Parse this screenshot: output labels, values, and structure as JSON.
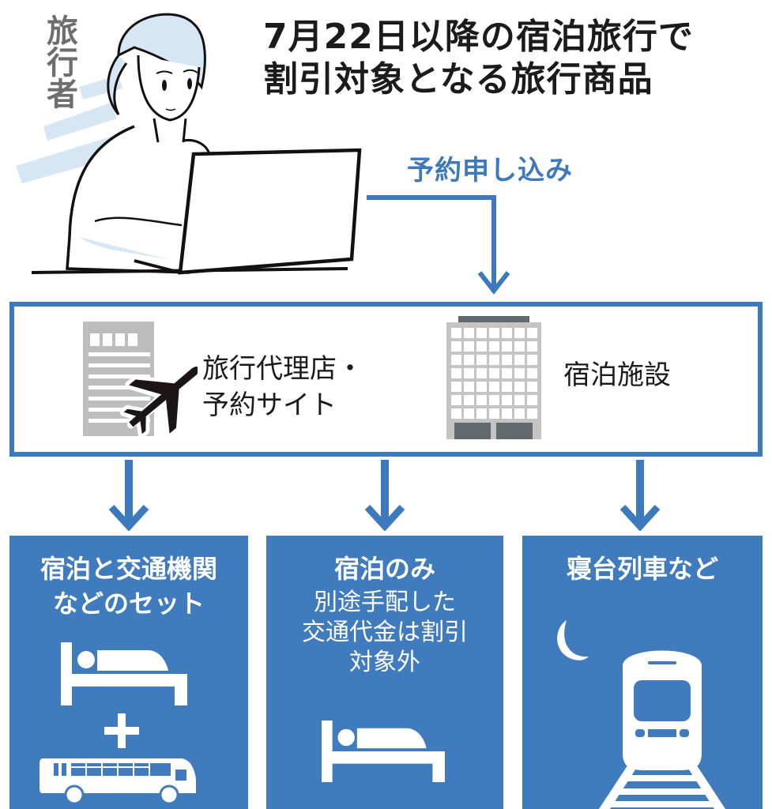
{
  "title": {
    "line1": "7月22日以降の宿泊旅行で",
    "line2": "割引対象となる旅行商品"
  },
  "traveler_label": "旅行者",
  "flow": {
    "reservation_label": "予約申し込み"
  },
  "providers": {
    "agency": {
      "line1": "旅行代理店・",
      "line2": "予約サイト",
      "icon": "building-airplane-icon"
    },
    "lodging": {
      "label": "宿泊施設",
      "icon": "hotel-building-icon"
    }
  },
  "categories": [
    {
      "title_line1": "宿泊と交通機関",
      "title_line2": "などのセット",
      "icons": [
        "bed-icon",
        "plus-icon",
        "bus-icon"
      ]
    },
    {
      "title_line1": "宿泊のみ",
      "note_line1": "別途手配した",
      "note_line2": "交通代金は割引",
      "note_line3": "対象外",
      "icons": [
        "bed-icon"
      ]
    },
    {
      "title_line1": "寝台列車など",
      "icons": [
        "moon-icon",
        "train-icon"
      ]
    }
  ],
  "colors": {
    "accent_blue": "#3f7bbd",
    "light_blue": "#d6e6f5",
    "gray_building": "#bdbdbd",
    "dark_gray": "#636a6e"
  }
}
